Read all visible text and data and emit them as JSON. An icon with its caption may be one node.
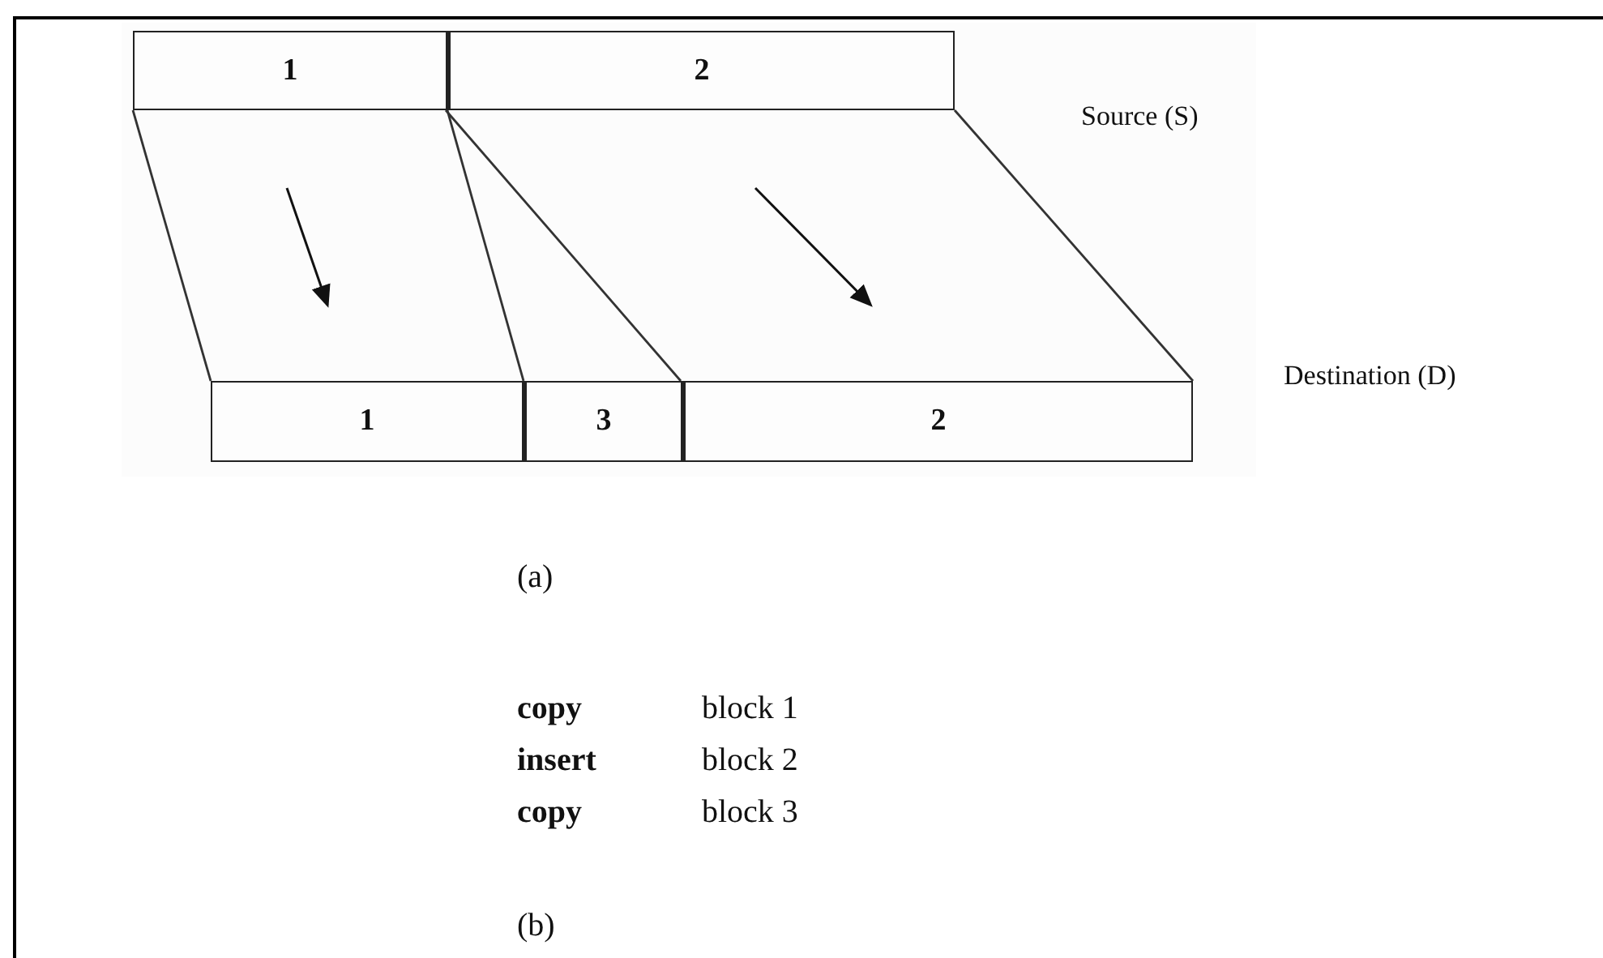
{
  "diagram": {
    "nodes": [
      {
        "text": [
          "1"
        ]
      },
      {
        "text": [
          "2"
        ]
      },
      {
        "text": [
          "1"
        ]
      },
      {
        "text": [
          "3"
        ]
      },
      {
        "text": [
          "2"
        ]
      }
    ],
    "edges": [
      {
        "from": 0,
        "to": 2,
        "arrow": "none"
      },
      {
        "from": 0,
        "to": 2,
        "arrow": "none"
      },
      {
        "from": 1,
        "to": 4,
        "arrow": "none"
      },
      {
        "from": 1,
        "to": 4,
        "arrow": "none"
      }
    ],
    "labels": [
      "Source (S)",
      "Destination (D)",
      "(a)",
      "copy",
      "block 1",
      "insert",
      "block 2",
      "copy",
      "block 3",
      "(b)"
    ]
  }
}
